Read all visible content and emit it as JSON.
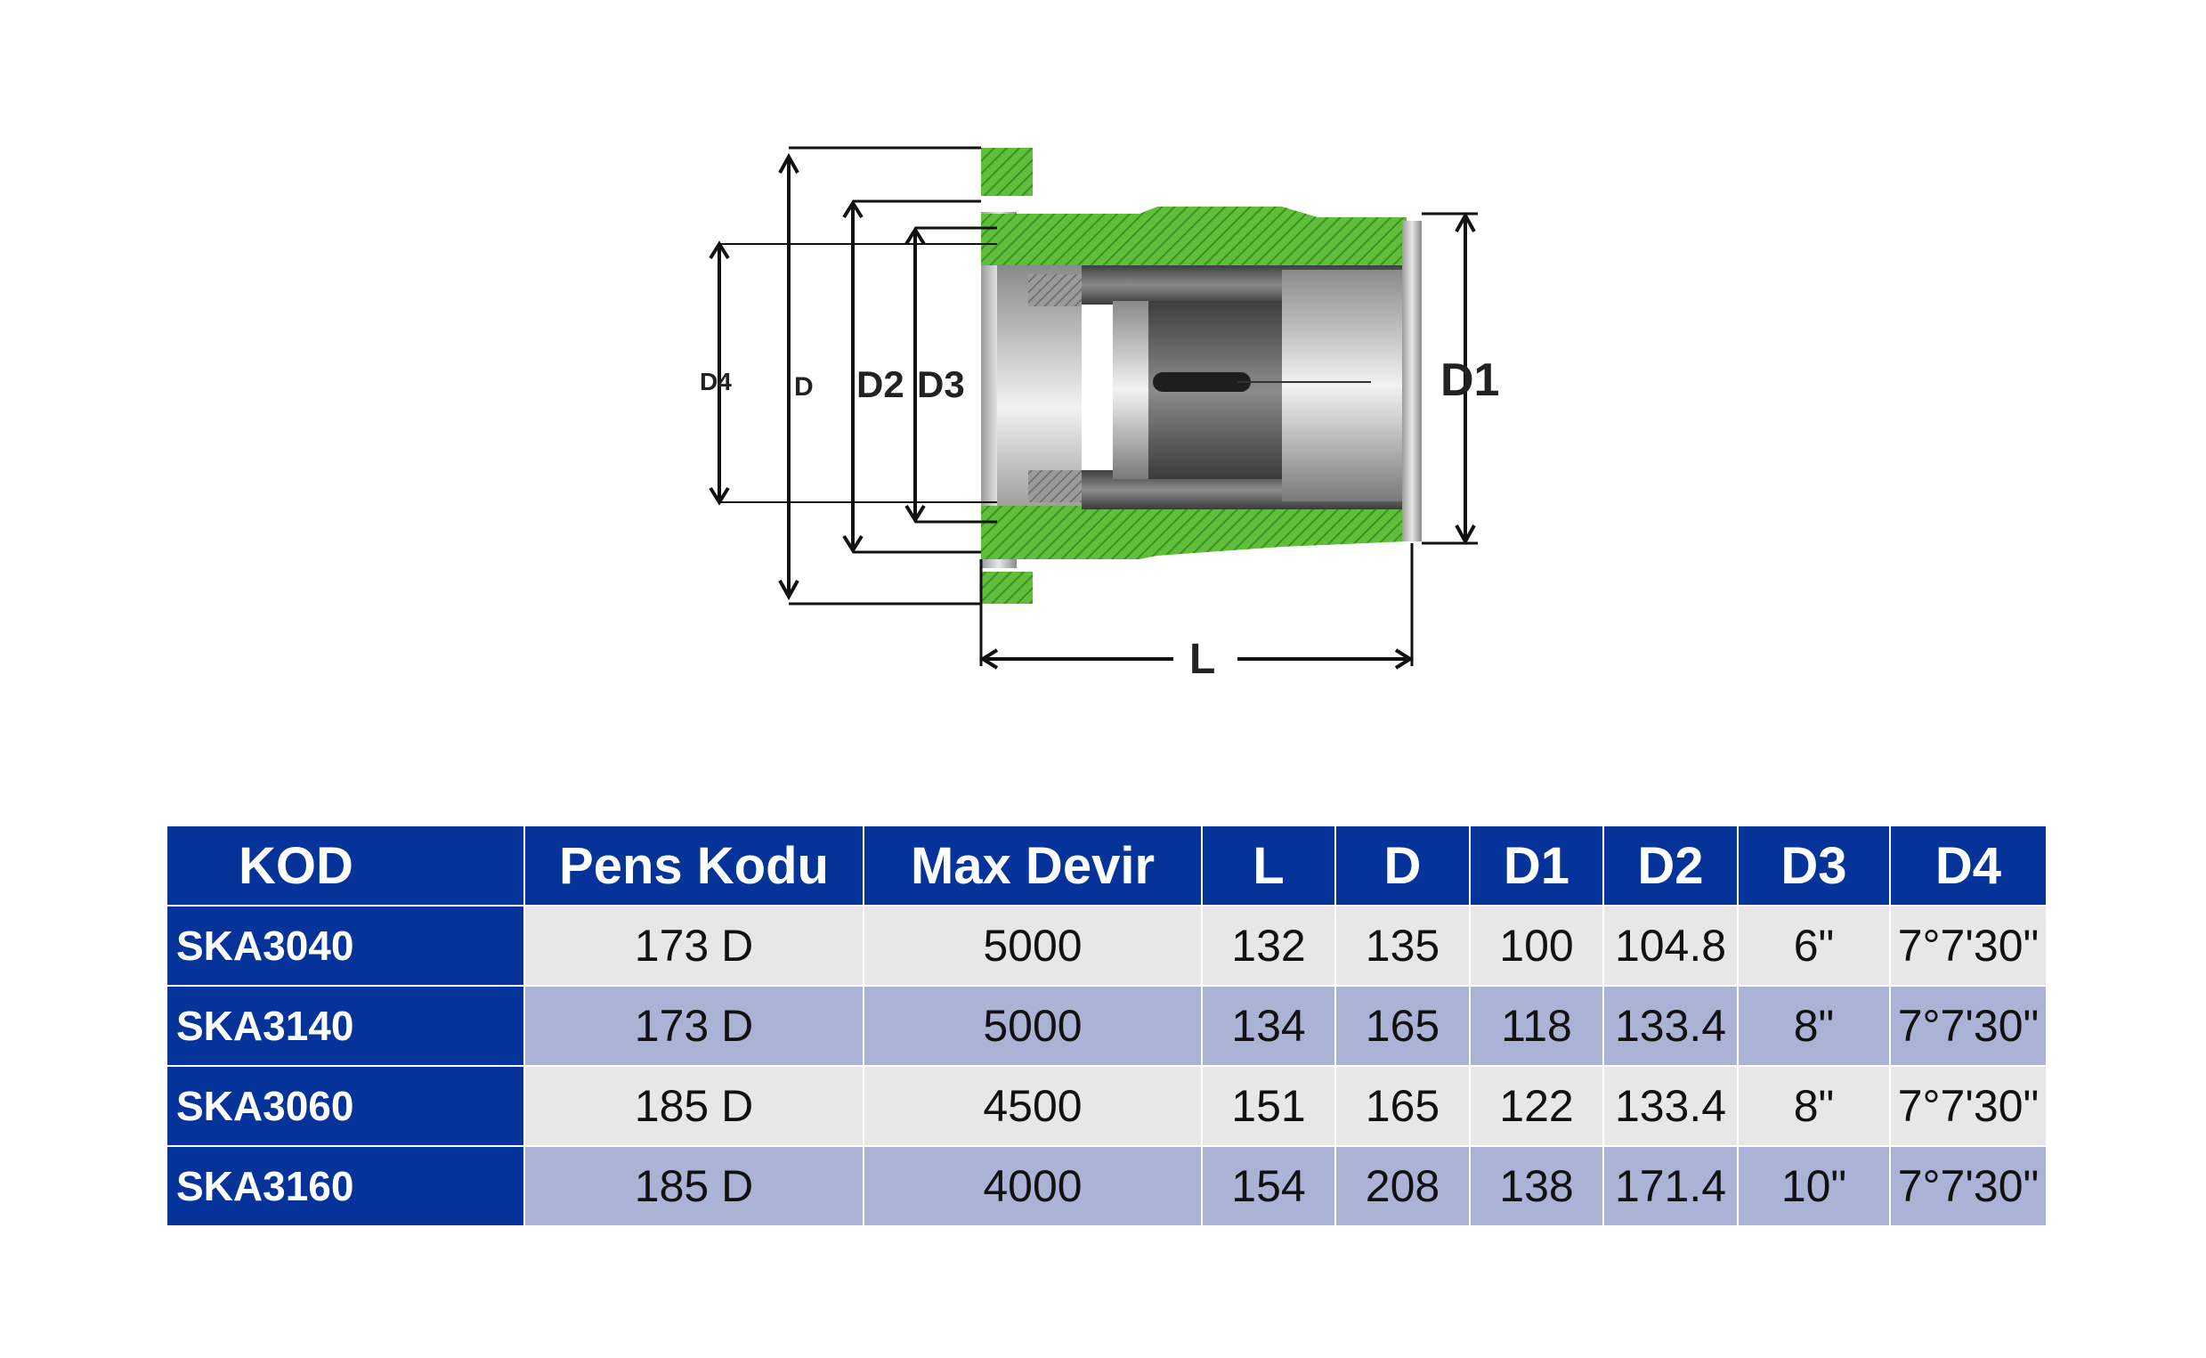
{
  "drawing": {
    "labels": {
      "d4": "D4",
      "d": "D",
      "d2": "D2",
      "d3": "D3",
      "d1": "D1",
      "l": "L"
    },
    "colors": {
      "green": "#5fbf3a",
      "steel_dark": "#5c5c5c",
      "steel_light": "#cfcfcf"
    }
  },
  "table": {
    "headers": [
      "KOD",
      "Pens Kodu",
      "Max Devir",
      "L",
      "D",
      "D1",
      "D2",
      "D3",
      "D4"
    ],
    "rows": [
      [
        "SKA3040",
        "173 D",
        "5000",
        "132",
        "135",
        "100",
        "104.8",
        "6\"",
        "7°7'30\""
      ],
      [
        "SKA3140",
        "173 D",
        "5000",
        "134",
        "165",
        "118",
        "133.4",
        "8\"",
        "7°7'30\""
      ],
      [
        "SKA3060",
        "185 D",
        "4500",
        "151",
        "165",
        "122",
        "133.4",
        "8\"",
        "7°7'30\""
      ],
      [
        "SKA3160",
        "185 D",
        "4000",
        "154",
        "208",
        "138",
        "171.4",
        "10\"",
        "7°7'30\""
      ]
    ],
    "colors": {
      "header_bg": "#063399",
      "row_light": "#e7e7e7",
      "row_blue": "#aab3d6"
    }
  }
}
